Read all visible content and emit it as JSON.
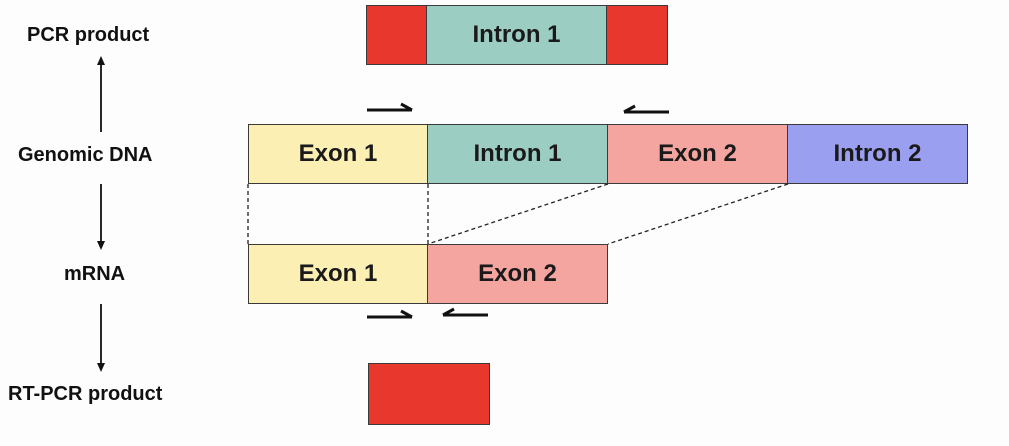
{
  "labels": {
    "pcr_product": "PCR product",
    "genomic_dna": "Genomic DNA",
    "mrna": "mRNA",
    "rt_pcr_product": "RT-PCR product"
  },
  "pcr_product": {
    "segments": [
      "",
      "Intron 1",
      ""
    ]
  },
  "genomic_dna": {
    "segments": [
      "Exon 1",
      "Intron 1",
      "Exon 2",
      "Intron 2"
    ]
  },
  "mrna": {
    "segments": [
      "Exon 1",
      "Exon 2"
    ]
  },
  "colors": {
    "exon1": "#fbefb4",
    "intron1": "#9ccdc3",
    "exon2": "#f5a5a0",
    "intron2": "#9a9ff0",
    "pcr_red": "#e8372c"
  }
}
